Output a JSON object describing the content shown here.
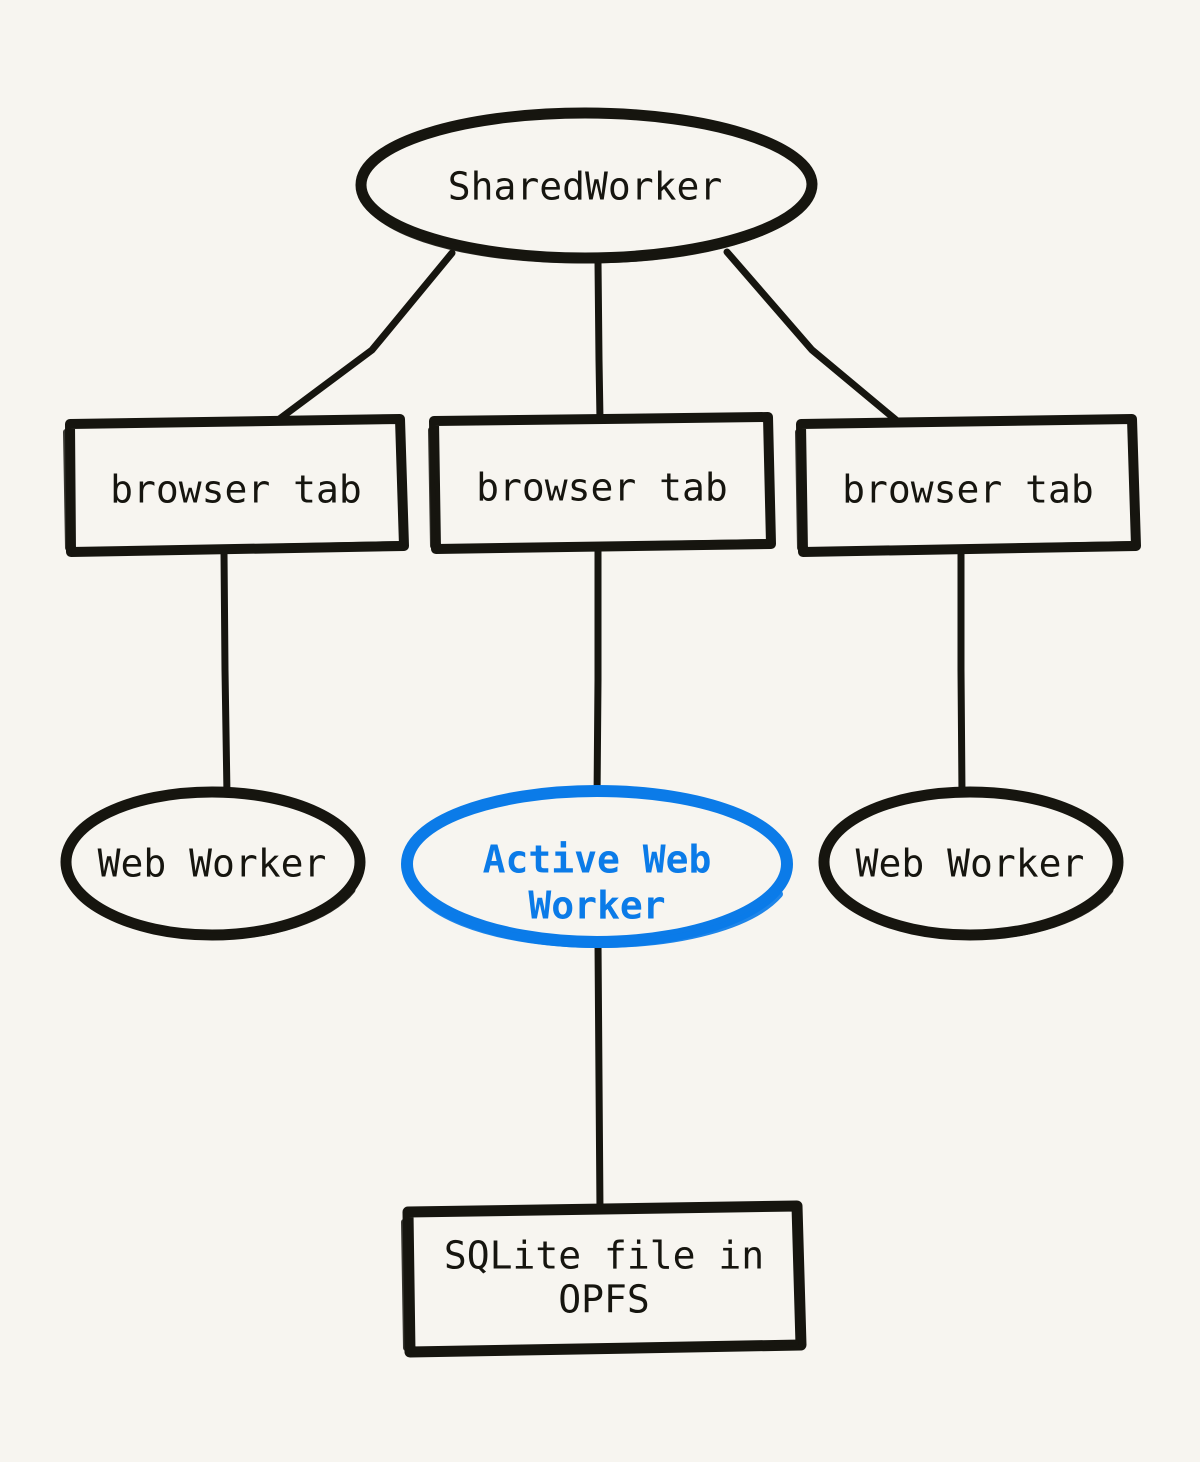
{
  "diagram": {
    "title": "SharedWorker / browser tab / Web Worker / OPFS architecture",
    "background_color": "#f7f5f0",
    "stroke_color": "#16150f",
    "accent_color": "#0b7be8",
    "style": "hand-drawn sketch",
    "nodes": {
      "shared_worker": {
        "label": "SharedWorker",
        "shape": "ellipse",
        "color": "#16150f",
        "highlighted": false
      },
      "tab_left": {
        "label": "browser tab",
        "shape": "rectangle",
        "color": "#16150f",
        "highlighted": false
      },
      "tab_center": {
        "label": "browser tab",
        "shape": "rectangle",
        "color": "#16150f",
        "highlighted": false
      },
      "tab_right": {
        "label": "browser tab",
        "shape": "rectangle",
        "color": "#16150f",
        "highlighted": false
      },
      "worker_left": {
        "label": "Web Worker",
        "shape": "ellipse",
        "color": "#16150f",
        "highlighted": false
      },
      "worker_center": {
        "label_line1": "Active Web",
        "label_line2": "Worker",
        "shape": "ellipse",
        "color": "#0b7be8",
        "highlighted": true
      },
      "worker_right": {
        "label": "Web Worker",
        "shape": "ellipse",
        "color": "#16150f",
        "highlighted": false
      },
      "sqlite_file": {
        "label_line1": "SQLite file in",
        "label_line2": "OPFS",
        "shape": "rectangle",
        "color": "#16150f",
        "highlighted": false
      }
    },
    "edges": [
      {
        "from": "shared_worker",
        "to": "tab_left"
      },
      {
        "from": "shared_worker",
        "to": "tab_center"
      },
      {
        "from": "shared_worker",
        "to": "tab_right"
      },
      {
        "from": "tab_left",
        "to": "worker_left"
      },
      {
        "from": "tab_center",
        "to": "worker_center"
      },
      {
        "from": "tab_right",
        "to": "worker_right"
      },
      {
        "from": "worker_center",
        "to": "sqlite_file"
      }
    ]
  }
}
